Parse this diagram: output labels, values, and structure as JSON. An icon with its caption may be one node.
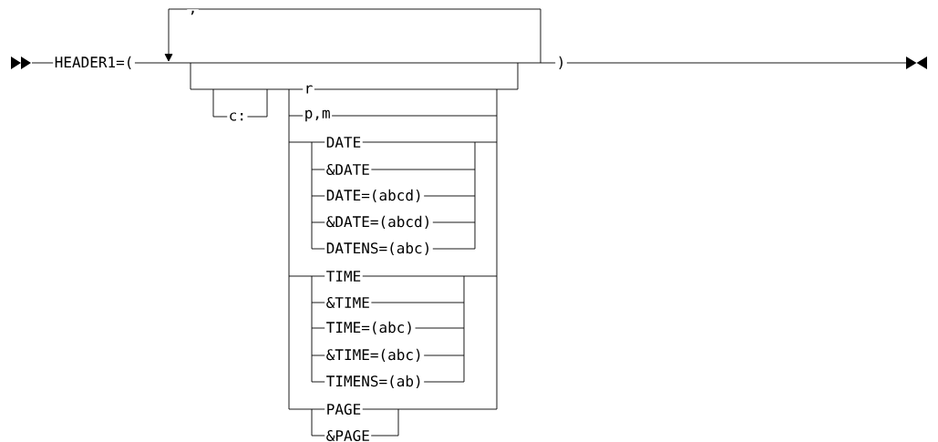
{
  "diagram": {
    "labels": [
      ",",
      "HEADER1=(",
      ")",
      "r",
      "c:",
      "p,m",
      "DATE",
      "&DATE",
      "DATE=(abcd)",
      "&DATE=(abcd)",
      "DATENS=(abc)",
      "TIME",
      "&TIME",
      "TIME=(abc)",
      "&TIME=(abc)",
      "TIMENS=(ab)",
      "PAGE",
      "&PAGE"
    ]
  }
}
